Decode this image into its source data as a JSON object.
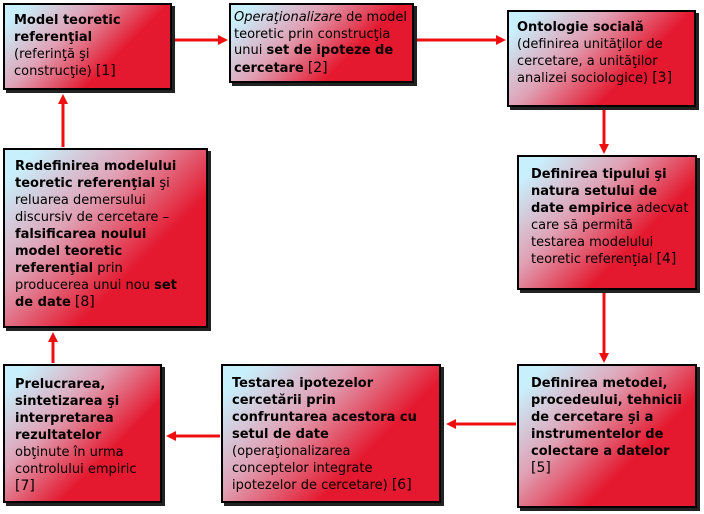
{
  "colors": {
    "background": "#ffffff",
    "box_fill_light": "#c8f0fc",
    "box_fill_mid": "#e0a0b4",
    "box_fill_red": "#e4182e",
    "box_border": "#000000",
    "box_shadow": "#222222",
    "arrow": "#ee1010"
  },
  "boxes": [
    {
      "lines": [
        [
          {
            "bold": "Model teoretic"
          }
        ],
        [
          {
            "bold": "referenţial"
          }
        ],
        [
          {
            "text": "(referinţă şi"
          }
        ],
        [
          {
            "text": "construcţie)"
          },
          {
            "ref": "[1]"
          }
        ]
      ]
    },
    {
      "lines": [
        [
          {
            "italic": "Operaţionalizare"
          },
          {
            "text": "de model"
          }
        ],
        [
          {
            "text": "teoretic prin construcţia"
          }
        ],
        [
          {
            "text": "unui"
          },
          {
            "bold": "set de ipoteze de"
          }
        ],
        [
          {
            "bold": "cercetare"
          },
          {
            "ref": "[2]"
          }
        ]
      ]
    },
    {
      "lines": [
        [
          {
            "bold": "Ontologie socială"
          }
        ],
        [
          {
            "text": "(definirea unităţilor de"
          }
        ],
        [
          {
            "text": "cercetare, a unităţilor"
          }
        ],
        [
          {
            "text": "analizei sociologice)"
          },
          {
            "ref": "[3]"
          }
        ]
      ]
    },
    {
      "lines": [
        [
          {
            "bold": "Definirea tipului şi"
          }
        ],
        [
          {
            "bold": "natura setului de"
          }
        ],
        [
          {
            "bold": "date empirice"
          },
          {
            "text": "adecvat"
          }
        ],
        [
          {
            "text": "care să permită"
          }
        ],
        [
          {
            "text": "testarea modelului"
          }
        ],
        [
          {
            "text": "teoretic referenţial"
          },
          {
            "ref": "[4]"
          }
        ]
      ]
    },
    {
      "lines": [
        [
          {
            "bold": "Definirea metodei,"
          }
        ],
        [
          {
            "bold": "procedeului, tehnicii"
          }
        ],
        [
          {
            "bold": "de cercetare şi a"
          }
        ],
        [
          {
            "bold": "instrumentelor de"
          }
        ],
        [
          {
            "bold": "colectare a datelor"
          }
        ],
        [
          {
            "ref": "[5]"
          }
        ]
      ]
    },
    {
      "lines": [
        [
          {
            "bold": "Testarea ipotezelor"
          }
        ],
        [
          {
            "bold": "cercetării prin"
          }
        ],
        [
          {
            "bold": "confruntarea acestora cu"
          }
        ],
        [
          {
            "bold": "setul de date"
          }
        ],
        [
          {
            "text": "(operaţionalizarea"
          }
        ],
        [
          {
            "text": "conceptelor integrate"
          }
        ],
        [
          {
            "text": "ipotezelor de cercetare)"
          },
          {
            "ref": "[6]"
          }
        ]
      ]
    },
    {
      "lines": [
        [
          {
            "bold": "Prelucrarea,"
          }
        ],
        [
          {
            "bold": "sintetizarea şi"
          }
        ],
        [
          {
            "bold": "interpretarea"
          }
        ],
        [
          {
            "bold": "rezultatelor"
          }
        ],
        [
          {
            "text": "obţinute în urma"
          }
        ],
        [
          {
            "text": "controlului empiric"
          }
        ],
        [
          {
            "ref": "[7]"
          }
        ]
      ]
    },
    {
      "lines": [
        [
          {
            "bold": "Redefinirea modelului"
          }
        ],
        [
          {
            "bold": "teoretic referenţial"
          },
          {
            "text": "şi"
          }
        ],
        [
          {
            "text": "reluarea demersului"
          }
        ],
        [
          {
            "text": "discursiv de cercetare –"
          }
        ],
        [
          {
            "bold": "falsificarea noului"
          }
        ],
        [
          {
            "bold": "model teoretic"
          }
        ],
        [
          {
            "bold": "referenţial"
          },
          {
            "text": "prin"
          }
        ],
        [
          {
            "text": "producerea unui nou"
          },
          {
            "bold": "set"
          }
        ],
        [
          {
            "bold": "de date"
          },
          {
            "ref": "[8]"
          }
        ]
      ]
    }
  ]
}
